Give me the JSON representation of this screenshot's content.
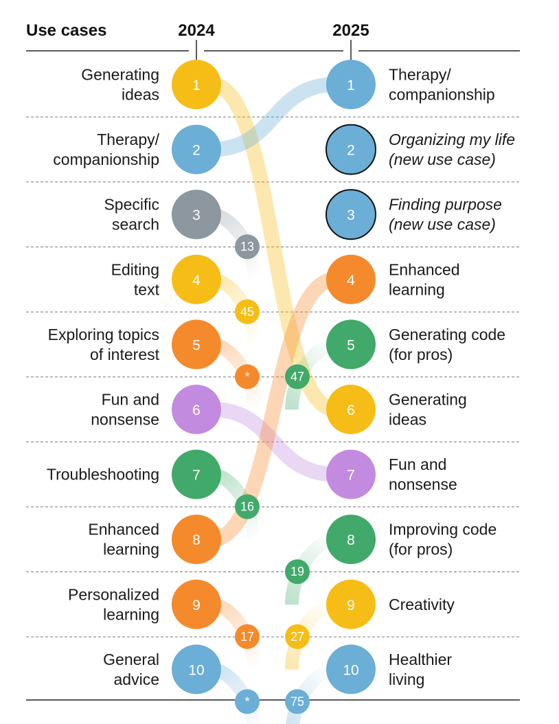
{
  "chart_data": {
    "type": "bump",
    "headers": {
      "use_cases": "Use cases",
      "year_left": "2024",
      "year_right": "2025"
    },
    "colors": {
      "yellow": "#F6BD16",
      "blue": "#6BAED6",
      "gray": "#8C979F",
      "orange": "#F58A2C",
      "purple": "#C38BDF",
      "green": "#41A96A"
    },
    "left": [
      {
        "rank": 1,
        "label": [
          "Generating",
          "ideas"
        ],
        "color": "yellow",
        "to": 6
      },
      {
        "rank": 2,
        "label": [
          "Therapy/",
          "companionship"
        ],
        "color": "blue",
        "to": 1
      },
      {
        "rank": 3,
        "label": [
          "Specific",
          "search"
        ],
        "color": "gray",
        "to": 13
      },
      {
        "rank": 4,
        "label": [
          "Editing",
          "text"
        ],
        "color": "yellow",
        "to": 45
      },
      {
        "rank": 5,
        "label": [
          "Exploring topics",
          "of interest"
        ],
        "color": "orange",
        "to": "*"
      },
      {
        "rank": 6,
        "label": [
          "Fun and",
          "nonsense"
        ],
        "color": "purple",
        "to": 7
      },
      {
        "rank": 7,
        "label": [
          "Troubleshooting"
        ],
        "color": "green",
        "to": 16
      },
      {
        "rank": 8,
        "label": [
          "Enhanced",
          "learning"
        ],
        "color": "orange",
        "to": 4
      },
      {
        "rank": 9,
        "label": [
          "Personalized",
          "learning"
        ],
        "color": "orange",
        "to": 17
      },
      {
        "rank": 10,
        "label": [
          "General",
          "advice"
        ],
        "color": "blue",
        "to": "*"
      }
    ],
    "right": [
      {
        "rank": 1,
        "label": [
          "Therapy/",
          "companionship"
        ],
        "color": "blue",
        "from": 2,
        "new": false
      },
      {
        "rank": 2,
        "label": [
          "Organizing my life",
          "(new use case)"
        ],
        "color": "blue",
        "from": null,
        "new": true
      },
      {
        "rank": 3,
        "label": [
          "Finding purpose",
          "(new use case)"
        ],
        "color": "blue",
        "from": null,
        "new": true
      },
      {
        "rank": 4,
        "label": [
          "Enhanced",
          "learning"
        ],
        "color": "orange",
        "from": 8,
        "new": false
      },
      {
        "rank": 5,
        "label": [
          "Generating code",
          "(for pros)"
        ],
        "color": "green",
        "from": 47,
        "new": false
      },
      {
        "rank": 6,
        "label": [
          "Generating",
          "ideas"
        ],
        "color": "yellow",
        "from": 1,
        "new": false
      },
      {
        "rank": 7,
        "label": [
          "Fun and",
          "nonsense"
        ],
        "color": "purple",
        "from": 6,
        "new": false
      },
      {
        "rank": 8,
        "label": [
          "Improving code",
          "(for pros)"
        ],
        "color": "green",
        "from": 19,
        "new": false
      },
      {
        "rank": 9,
        "label": [
          "Creativity"
        ],
        "color": "yellow",
        "from": 27,
        "new": false
      },
      {
        "rank": 10,
        "label": [
          "Healthier",
          "living"
        ],
        "color": "blue",
        "from": 75,
        "new": false
      }
    ]
  }
}
